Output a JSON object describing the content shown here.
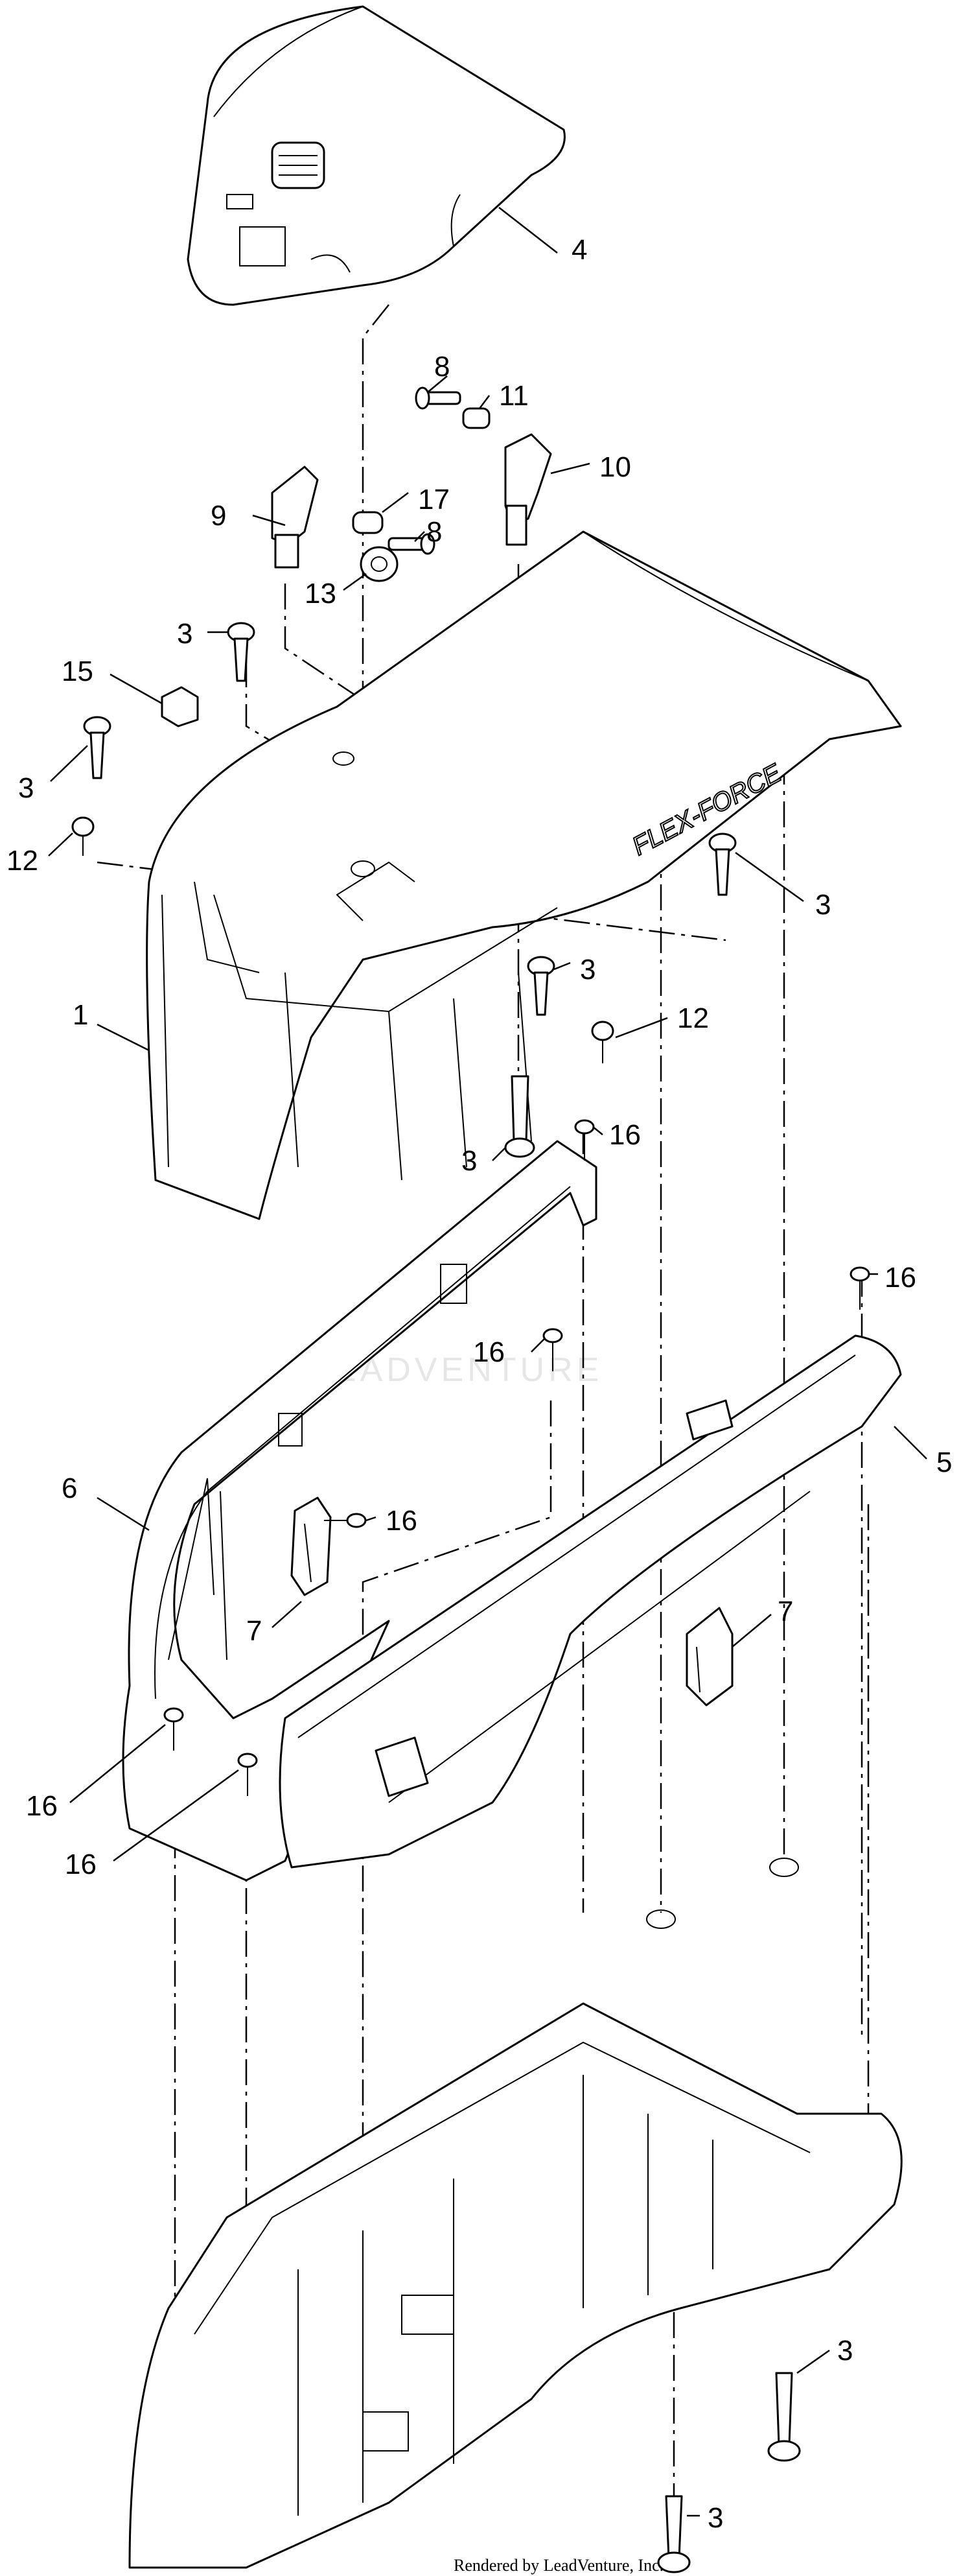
{
  "callouts": [
    {
      "id": "4",
      "label": "4"
    },
    {
      "id": "8a",
      "label": "8"
    },
    {
      "id": "11",
      "label": "11"
    },
    {
      "id": "10",
      "label": "10"
    },
    {
      "id": "9",
      "label": "9"
    },
    {
      "id": "17",
      "label": "17"
    },
    {
      "id": "8b",
      "label": "8"
    },
    {
      "id": "13",
      "label": "13"
    },
    {
      "id": "3a",
      "label": "3"
    },
    {
      "id": "15",
      "label": "15"
    },
    {
      "id": "3b",
      "label": "3"
    },
    {
      "id": "12a",
      "label": "12"
    },
    {
      "id": "3c",
      "label": "3"
    },
    {
      "id": "1",
      "label": "1"
    },
    {
      "id": "3d",
      "label": "3"
    },
    {
      "id": "12b",
      "label": "12"
    },
    {
      "id": "3e",
      "label": "3"
    },
    {
      "id": "16a",
      "label": "16"
    },
    {
      "id": "16b",
      "label": "16"
    },
    {
      "id": "16c",
      "label": "16"
    },
    {
      "id": "5",
      "label": "5"
    },
    {
      "id": "6",
      "label": "6"
    },
    {
      "id": "16d",
      "label": "16"
    },
    {
      "id": "7a",
      "label": "7"
    },
    {
      "id": "7b",
      "label": "7"
    },
    {
      "id": "16e",
      "label": "16"
    },
    {
      "id": "16f",
      "label": "16"
    },
    {
      "id": "3f",
      "label": "3"
    },
    {
      "id": "3g",
      "label": "3"
    }
  ],
  "hood_text": "FLEX-FORCE",
  "watermark": "LEADVENTURE",
  "footer": "Rendered by LeadVenture, Inc."
}
